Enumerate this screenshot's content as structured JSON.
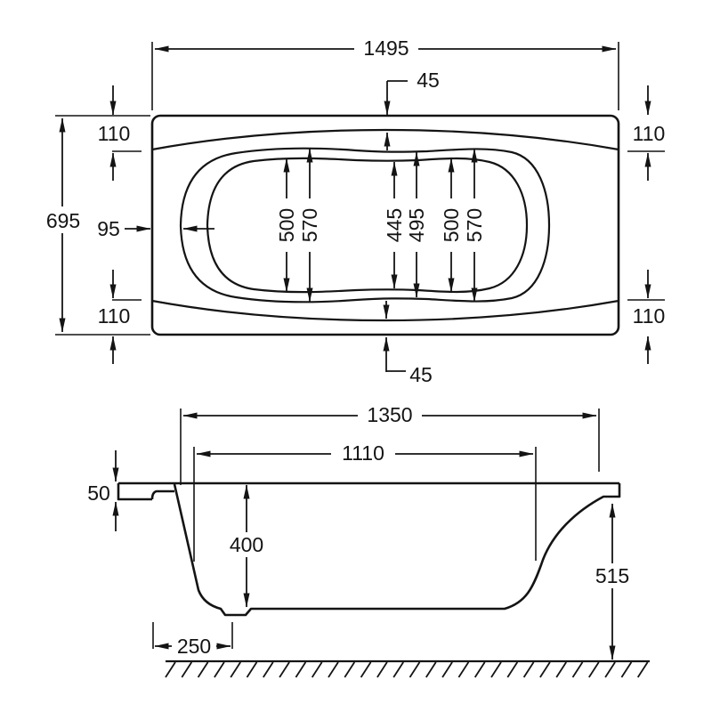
{
  "plan_view": {
    "overall_length": "1495",
    "overall_width": "695",
    "rim_width_top_left": "110",
    "rim_width_top_right": "110",
    "rim_width_bottom_left": "110",
    "rim_width_bottom_right": "110",
    "center_rim_top": "45",
    "center_rim_bottom": "45",
    "backrest_slope_width": "95",
    "floor_width_left": "500",
    "opening_width_left": "570",
    "floor_width_center": "445",
    "opening_width_center": "495",
    "floor_width_right": "500",
    "opening_width_right": "570"
  },
  "side_view": {
    "top_length": "1350",
    "interior_length": "1110",
    "rim_edge_height": "50",
    "interior_depth": "400",
    "overall_height": "515",
    "drain_offset": "250"
  },
  "colors": {
    "line_color": "#141414",
    "background": "#ffffff"
  }
}
